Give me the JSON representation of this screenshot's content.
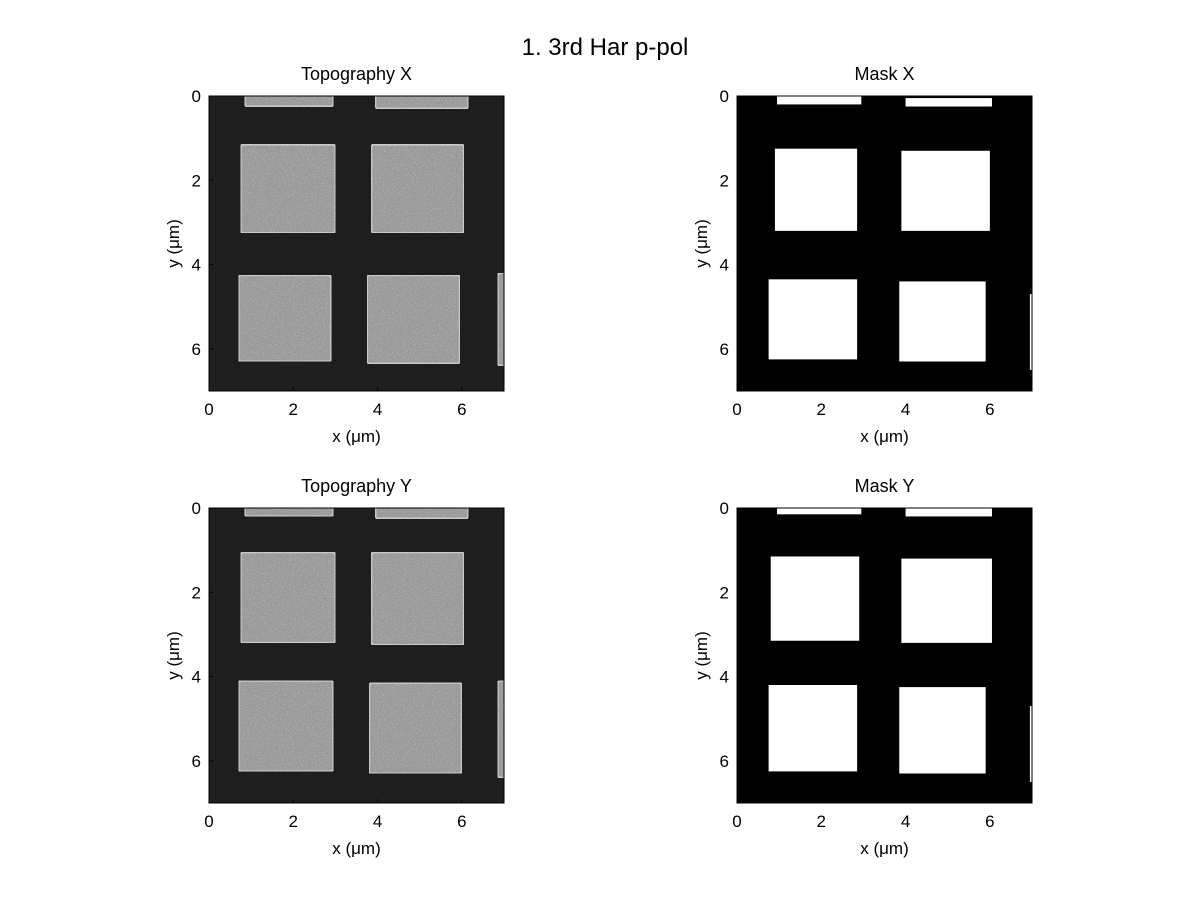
{
  "figure": {
    "title": "1. 3rd Har p-pol"
  },
  "chart_data": [
    {
      "type": "heatmap",
      "title": "Topography X",
      "xlabel": "x (μm)",
      "ylabel": "y (μm)",
      "xlim": [
        0,
        7
      ],
      "ylim": [
        0,
        7
      ],
      "y_direction": "down",
      "xticks": [
        "0",
        "2",
        "4",
        "6"
      ],
      "yticks": [
        "0",
        "2",
        "4",
        "6"
      ],
      "colormap": "gray",
      "background_color": "#1e1e1e",
      "square_color": "#9a9a9a",
      "squares": [
        {
          "x": [
            0.85,
            2.95
          ],
          "y": [
            -0.2,
            0.25
          ]
        },
        {
          "x": [
            3.95,
            6.15
          ],
          "y": [
            -0.2,
            0.3
          ]
        },
        {
          "x": [
            0.75,
            3.0
          ],
          "y": [
            1.15,
            3.25
          ]
        },
        {
          "x": [
            3.85,
            6.05
          ],
          "y": [
            1.15,
            3.25
          ]
        },
        {
          "x": [
            0.7,
            2.9
          ],
          "y": [
            4.25,
            6.3
          ]
        },
        {
          "x": [
            3.75,
            5.95
          ],
          "y": [
            4.25,
            6.35
          ]
        },
        {
          "x": [
            6.85,
            7.1
          ],
          "y": [
            4.2,
            6.4
          ]
        }
      ]
    },
    {
      "type": "heatmap",
      "title": "Mask X",
      "xlabel": "x (μm)",
      "ylabel": "y (μm)",
      "xlim": [
        0,
        7
      ],
      "ylim": [
        0,
        7
      ],
      "y_direction": "down",
      "xticks": [
        "0",
        "2",
        "4",
        "6"
      ],
      "yticks": [
        "0",
        "2",
        "4",
        "6"
      ],
      "colormap": "binary",
      "background_color": "#000000",
      "square_color": "#ffffff",
      "squares": [
        {
          "x": [
            0.95,
            2.95
          ],
          "y": [
            0.0,
            0.2
          ]
        },
        {
          "x": [
            4.0,
            6.05
          ],
          "y": [
            0.05,
            0.25
          ]
        },
        {
          "x": [
            0.9,
            2.85
          ],
          "y": [
            1.25,
            3.2
          ]
        },
        {
          "x": [
            3.9,
            6.0
          ],
          "y": [
            1.3,
            3.2
          ]
        },
        {
          "x": [
            0.75,
            2.85
          ],
          "y": [
            4.35,
            6.25
          ]
        },
        {
          "x": [
            3.85,
            5.9
          ],
          "y": [
            4.4,
            6.3
          ]
        },
        {
          "x": [
            6.95,
            7.1
          ],
          "y": [
            4.7,
            6.5
          ]
        }
      ]
    },
    {
      "type": "heatmap",
      "title": "Topography Y",
      "xlabel": "x (μm)",
      "ylabel": "y (μm)",
      "xlim": [
        0,
        7
      ],
      "ylim": [
        0,
        7
      ],
      "y_direction": "down",
      "xticks": [
        "0",
        "2",
        "4",
        "6"
      ],
      "yticks": [
        "0",
        "2",
        "4",
        "6"
      ],
      "colormap": "gray",
      "background_color": "#1e1e1e",
      "square_color": "#9a9a9a",
      "squares": [
        {
          "x": [
            0.85,
            2.95
          ],
          "y": [
            -0.2,
            0.2
          ]
        },
        {
          "x": [
            3.95,
            6.15
          ],
          "y": [
            -0.2,
            0.25
          ]
        },
        {
          "x": [
            0.75,
            3.0
          ],
          "y": [
            1.05,
            3.2
          ]
        },
        {
          "x": [
            3.85,
            6.05
          ],
          "y": [
            1.05,
            3.25
          ]
        },
        {
          "x": [
            0.7,
            2.95
          ],
          "y": [
            4.1,
            6.25
          ]
        },
        {
          "x": [
            3.8,
            6.0
          ],
          "y": [
            4.15,
            6.3
          ]
        },
        {
          "x": [
            6.85,
            7.1
          ],
          "y": [
            4.1,
            6.4
          ]
        }
      ]
    },
    {
      "type": "heatmap",
      "title": "Mask Y",
      "xlabel": "x (μm)",
      "ylabel": "y (μm)",
      "xlim": [
        0,
        7
      ],
      "ylim": [
        0,
        7
      ],
      "y_direction": "down",
      "xticks": [
        "0",
        "2",
        "4",
        "6"
      ],
      "yticks": [
        "0",
        "2",
        "4",
        "6"
      ],
      "colormap": "binary",
      "background_color": "#000000",
      "square_color": "#ffffff",
      "squares": [
        {
          "x": [
            0.95,
            2.95
          ],
          "y": [
            0.0,
            0.15
          ]
        },
        {
          "x": [
            4.0,
            6.05
          ],
          "y": [
            0.0,
            0.2
          ]
        },
        {
          "x": [
            0.8,
            2.9
          ],
          "y": [
            1.15,
            3.15
          ]
        },
        {
          "x": [
            3.9,
            6.05
          ],
          "y": [
            1.2,
            3.2
          ]
        },
        {
          "x": [
            0.75,
            2.85
          ],
          "y": [
            4.2,
            6.25
          ]
        },
        {
          "x": [
            3.85,
            5.9
          ],
          "y": [
            4.25,
            6.3
          ]
        },
        {
          "x": [
            6.95,
            7.1
          ],
          "y": [
            4.7,
            6.5
          ]
        }
      ]
    }
  ]
}
